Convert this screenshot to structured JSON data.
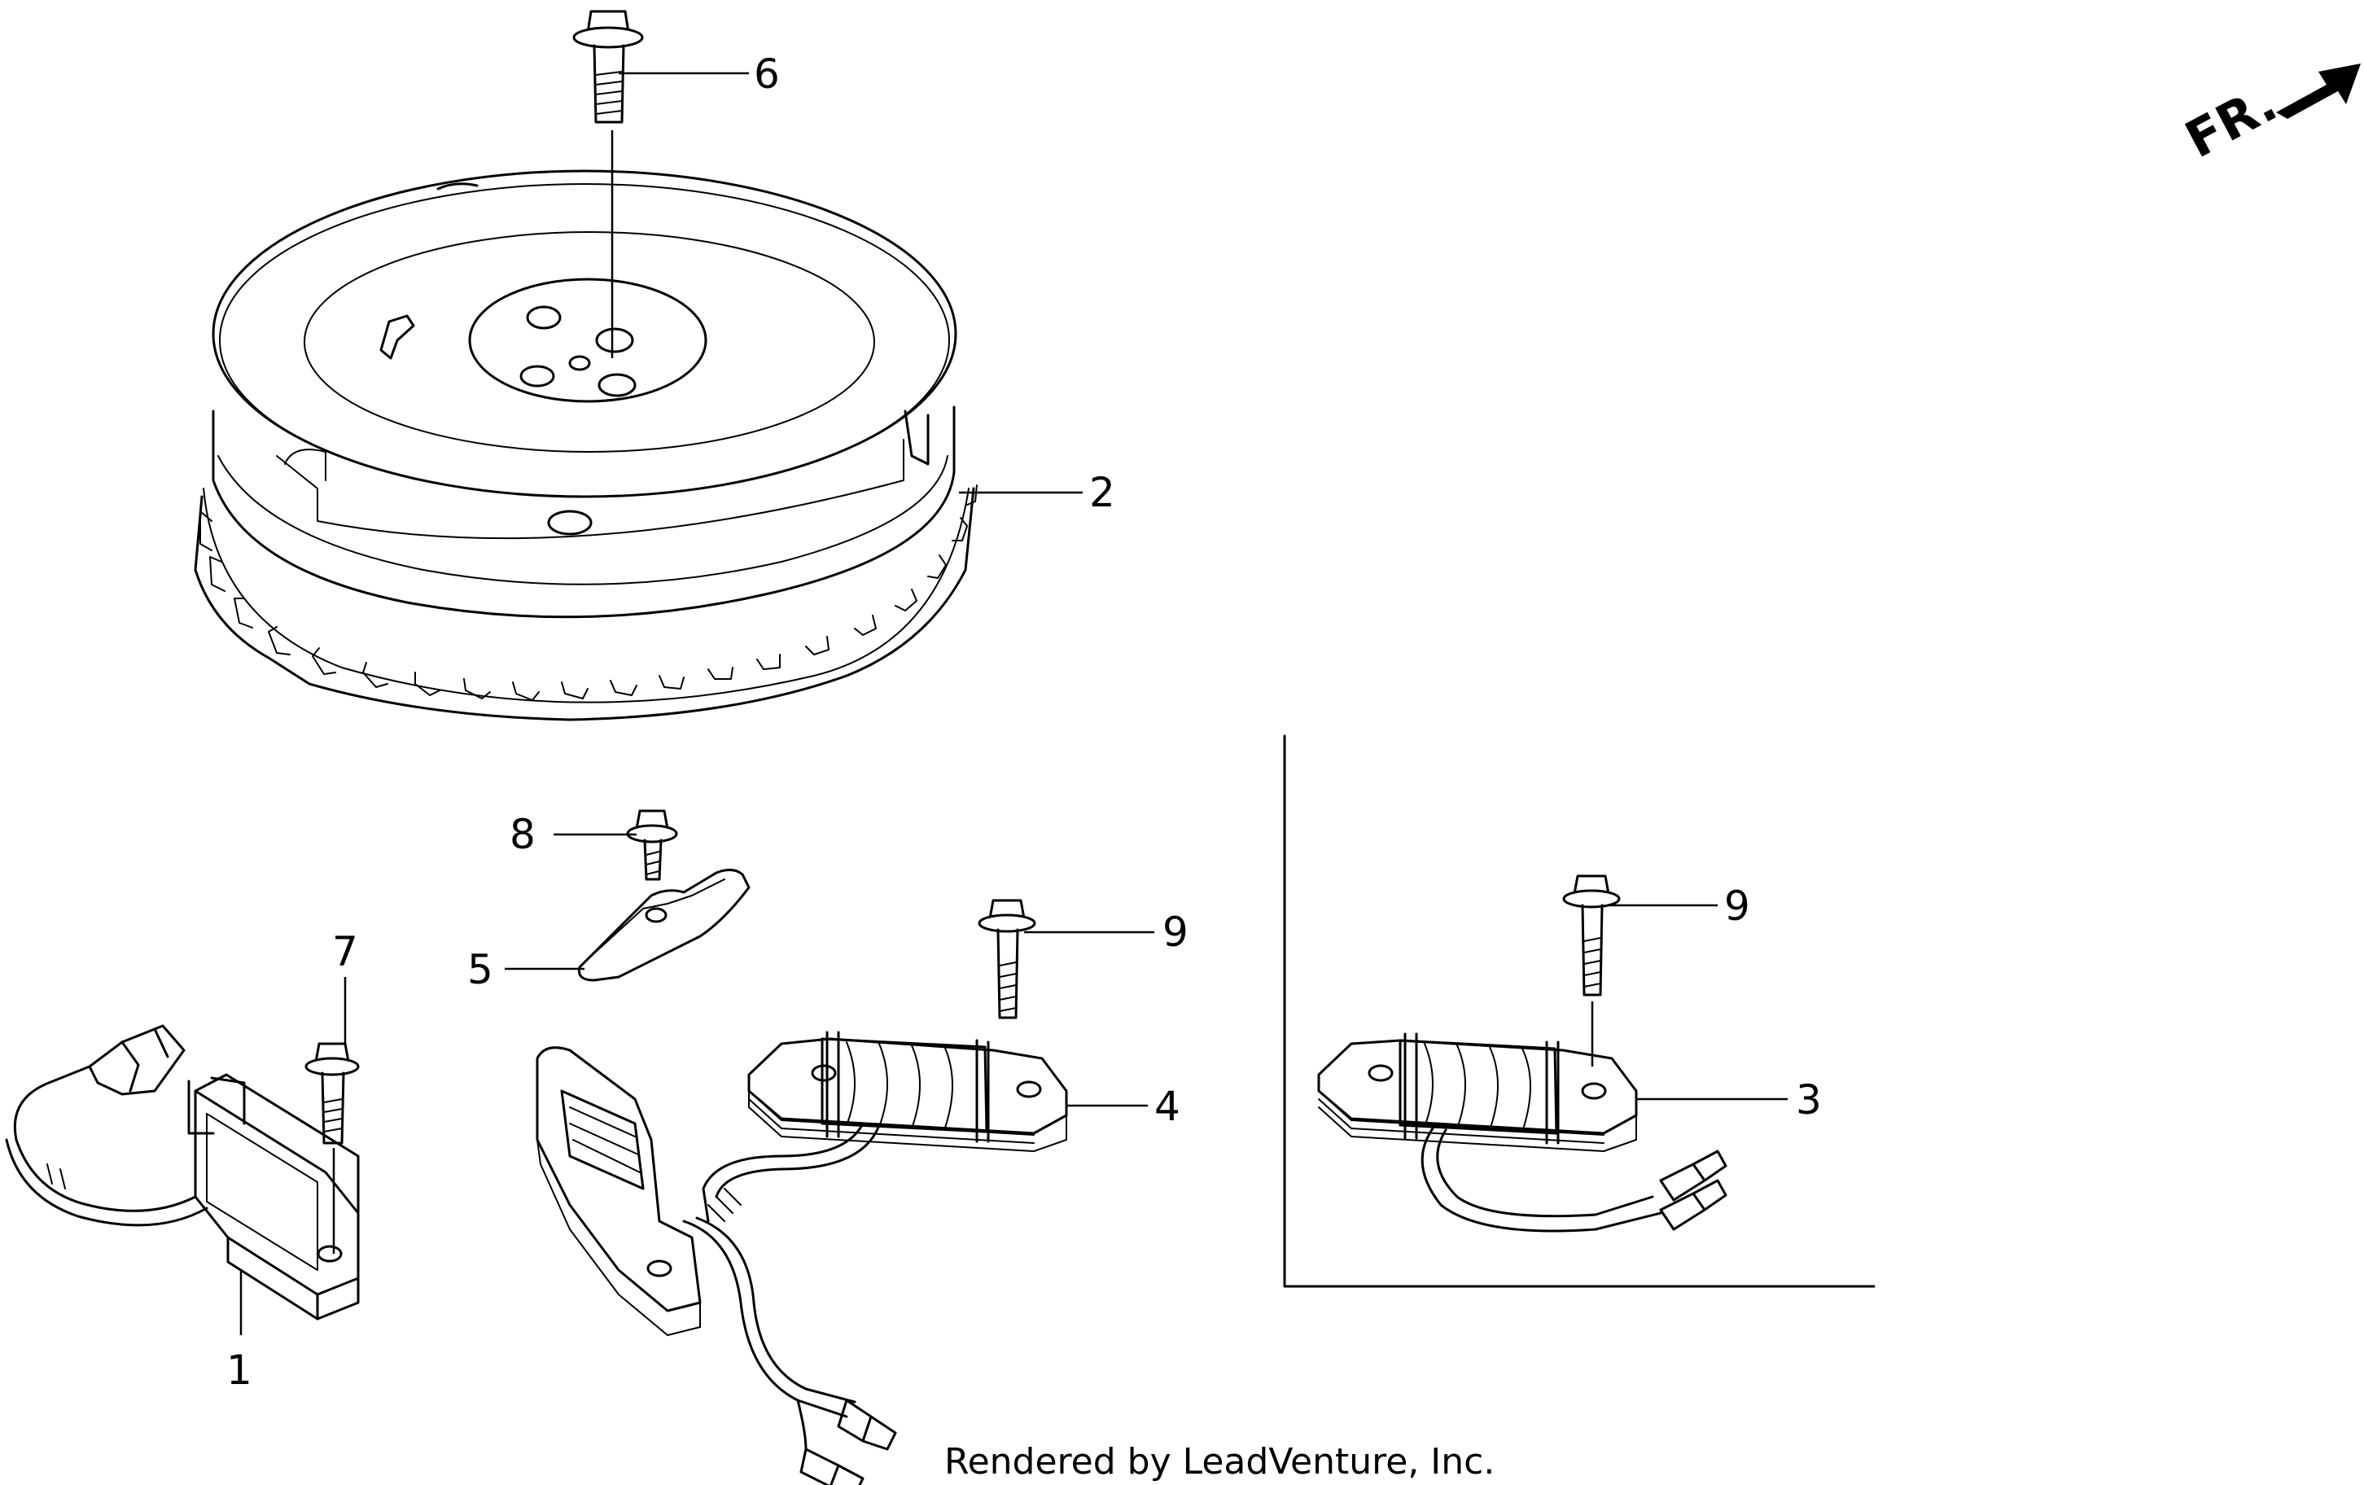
{
  "direction": {
    "label": "FR."
  },
  "callouts": [
    {
      "id": "1",
      "label": "1"
    },
    {
      "id": "2",
      "label": "2"
    },
    {
      "id": "3",
      "label": "3"
    },
    {
      "id": "4",
      "label": "4"
    },
    {
      "id": "5",
      "label": "5"
    },
    {
      "id": "6",
      "label": "6"
    },
    {
      "id": "7",
      "label": "7"
    },
    {
      "id": "8",
      "label": "8"
    },
    {
      "id": "9a",
      "label": "9"
    },
    {
      "id": "9b",
      "label": "9"
    }
  ],
  "credit": "Rendered by LeadVenture, Inc."
}
